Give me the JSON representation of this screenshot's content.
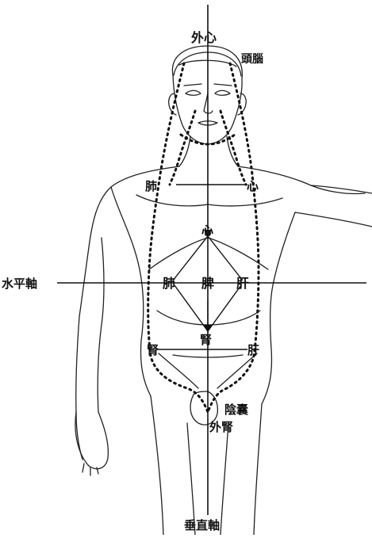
{
  "diagram": {
    "labels": {
      "outer_heart": "外心",
      "brain": "頭腦",
      "lung_right": "肺",
      "heart_upper": "心",
      "heart_center": "心",
      "horizontal_axis": "水平軸",
      "lung_mid": "肺",
      "spleen": "脾",
      "liver_mid": "肝",
      "kidney_center": "腎",
      "kidney_left": "腎",
      "liver_lower": "肝",
      "scrotum": "陰囊",
      "outer_kidney": "外腎",
      "vertical_axis": "垂直軸"
    },
    "colors": {
      "ink": "#111111",
      "background": "#ffffff"
    }
  }
}
